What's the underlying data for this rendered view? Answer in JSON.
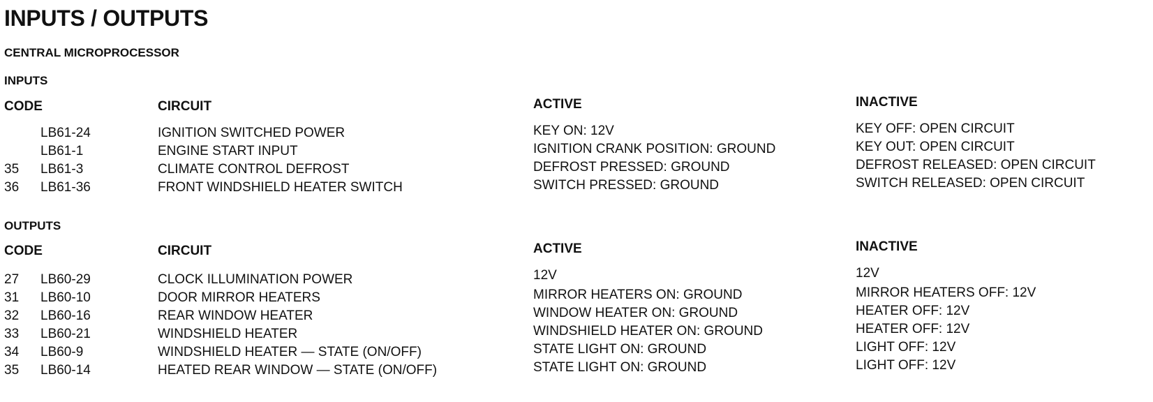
{
  "title": "INPUTS / OUTPUTS",
  "subtitle": "CENTRAL MICROPROCESSOR",
  "inputs": {
    "label": "INPUTS",
    "headers": {
      "code": "CODE",
      "circuit": "CIRCUIT",
      "active": "ACTIVE",
      "inactive": "INACTIVE"
    },
    "rows": [
      {
        "num": "",
        "code": "LB61-24",
        "circuit": "IGNITION SWITCHED POWER",
        "active": "KEY ON: 12V",
        "inactive": "KEY OFF: OPEN CIRCUIT"
      },
      {
        "num": "",
        "code": "LB61-1",
        "circuit": "ENGINE START INPUT",
        "active": "IGNITION CRANK POSITION: GROUND",
        "inactive": "KEY OUT: OPEN CIRCUIT"
      },
      {
        "num": "35",
        "code": "LB61-3",
        "circuit": "CLIMATE CONTROL DEFROST",
        "active": "DEFROST PRESSED: GROUND",
        "inactive": "DEFROST RELEASED: OPEN CIRCUIT"
      },
      {
        "num": "36",
        "code": "LB61-36",
        "circuit": "FRONT WINDSHIELD HEATER SWITCH",
        "active": "SWITCH PRESSED: GROUND",
        "inactive": "SWITCH RELEASED: OPEN CIRCUIT"
      }
    ]
  },
  "outputs": {
    "label": "OUTPUTS",
    "headers": {
      "code": "CODE",
      "circuit": "CIRCUIT",
      "active": "ACTIVE",
      "inactive": "INACTIVE"
    },
    "rows": [
      {
        "num": "27",
        "code": "LB60-29",
        "circuit": "CLOCK ILLUMINATION POWER",
        "active": "12V",
        "inactive": "12V"
      },
      {
        "num": "31",
        "code": "LB60-10",
        "circuit": "DOOR MIRROR HEATERS",
        "active": "MIRROR HEATERS ON: GROUND",
        "inactive": "MIRROR HEATERS OFF: 12V"
      },
      {
        "num": "32",
        "code": "LB60-16",
        "circuit": "REAR WINDOW HEATER",
        "active": "WINDOW HEATER ON: GROUND",
        "inactive": "HEATER OFF: 12V"
      },
      {
        "num": "33",
        "code": "LB60-21",
        "circuit": "WINDSHIELD HEATER",
        "active": "WINDSHIELD HEATER ON: GROUND",
        "inactive": "HEATER OFF: 12V"
      },
      {
        "num": "34",
        "code": "LB60-9",
        "circuit": "WINDSHIELD HEATER — STATE (ON/OFF)",
        "active": "STATE LIGHT ON: GROUND",
        "inactive": "LIGHT OFF: 12V"
      },
      {
        "num": "35",
        "code": "LB60-14",
        "circuit": "HEATED REAR WINDOW — STATE (ON/OFF)",
        "active": "STATE LIGHT ON: GROUND",
        "inactive": "LIGHT OFF: 12V"
      }
    ]
  }
}
